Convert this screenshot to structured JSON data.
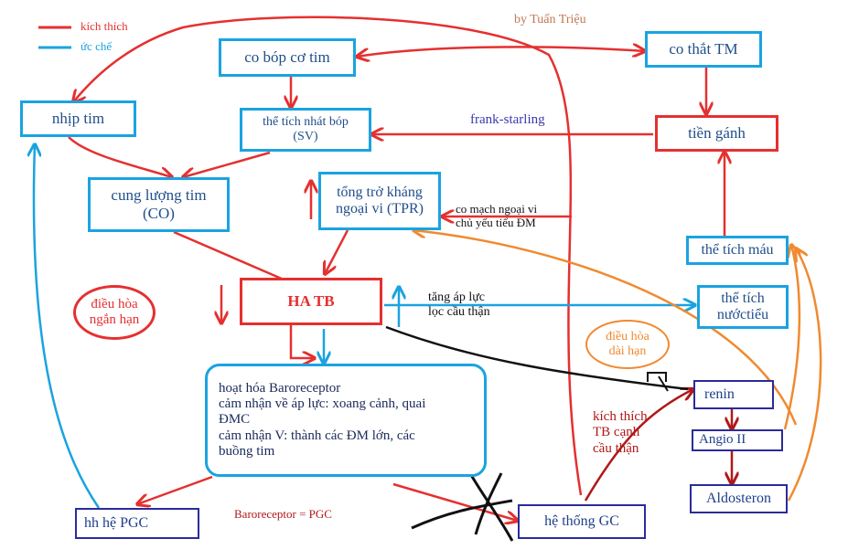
{
  "legend": {
    "excite": "kích thích",
    "inhibit": "ức chế"
  },
  "author": "by Tuấn Triệu",
  "nodes": {
    "contractility": "co bóp cơ tim",
    "venoconstriction": "co thắt TM",
    "heart_rate": "nhịp tim",
    "stroke_volume_l1": "thể tích nhát bóp",
    "stroke_volume_l2": "(SV)",
    "preload": "tiền gánh",
    "cardiac_output_l1": "cung lượng tim",
    "cardiac_output_l2": "(CO)",
    "tpr_l1": "tổng trở kháng",
    "tpr_l2": "ngoại vi (TPR)",
    "blood_volume": "thể tích máu",
    "map": "HA TB",
    "urine_volume_l1": "thể tích",
    "urine_volume_l2": "nướctiểu",
    "baroreceptor_l1": "hoạt hóa Baroreceptor",
    "baroreceptor_l2": "cảm nhận về áp lực: xoang cảnh, quai",
    "baroreceptor_l3": "ĐMC",
    "baroreceptor_l4": "cảm nhận V: thành các ĐM lớn, các",
    "baroreceptor_l5": "buồng tim",
    "renin": "renin",
    "angio": "Angio II",
    "aldosteron": "Aldosteron",
    "psn": "hh hệ PGC",
    "sns": "hệ thống GC"
  },
  "labels": {
    "frank_starling": "frank-starling",
    "vasoconstriction_l1": "co mạch ngoại vi",
    "vasoconstriction_l2": "chủ yếu tiểu ĐM",
    "filtration_l1": "tăng áp lực",
    "filtration_l2": "lọc cầu thận",
    "short_term_l1": "điều hòa",
    "short_term_l2": "ngắn hạn",
    "long_term_l1": "điều hòa",
    "long_term_l2": "dài hạn",
    "jg_l1": "kích thích",
    "jg_l2": "TB cạnh",
    "jg_l3": "cầu thận",
    "baro_eq": "Baroreceptor = PGC"
  },
  "colors": {
    "excite": "#e53030",
    "inhibit": "#1aa3e0",
    "long_term": "#f08a30",
    "dark": "#111111",
    "node_text": "#1f4e8a",
    "navy": "#2b2b9a",
    "maroon": "#b01818"
  }
}
